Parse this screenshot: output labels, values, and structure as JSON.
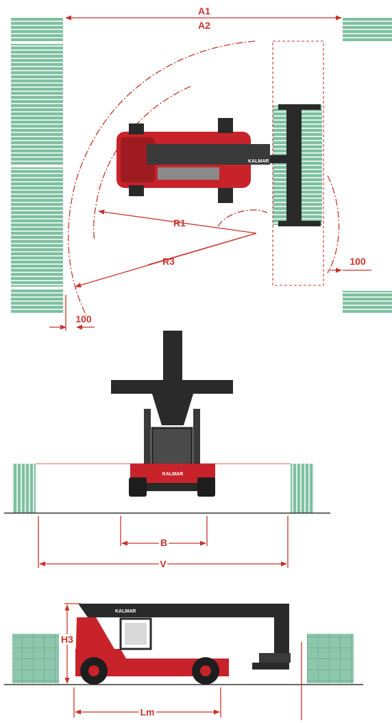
{
  "labels": {
    "a1": "A1",
    "a2": "A2",
    "r1": "R1",
    "r3": "R3",
    "clearance_left": "100",
    "clearance_right": "100",
    "b": "B",
    "v": "V",
    "h3": "H3",
    "lm": "Lm",
    "logo": "KALMAR"
  },
  "colors": {
    "dimension": "#c8332b",
    "container_fill": "#7ebfa2",
    "container_stripe": "#dff0e6",
    "machine_red": "#c8232a",
    "machine_dark": "#2a2a2a"
  }
}
